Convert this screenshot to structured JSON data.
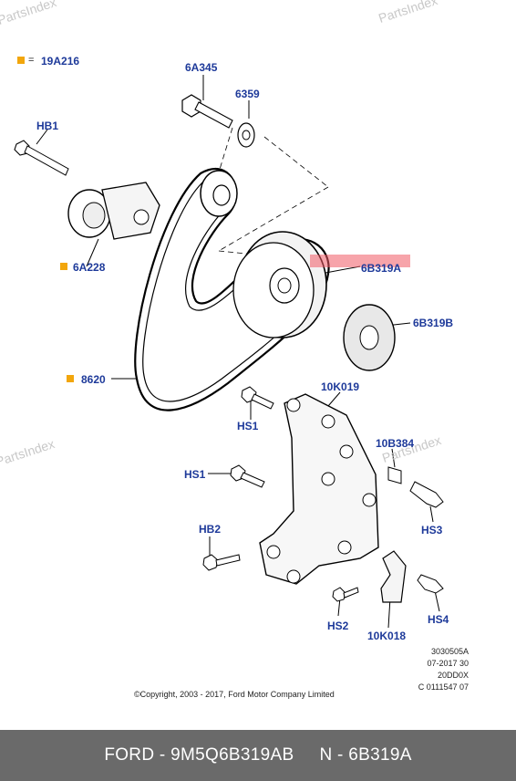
{
  "watermark": "PartsIndex",
  "legend": {
    "symbol": "=",
    "code": "19A216"
  },
  "callouts": {
    "c6A345": "6A345",
    "c6359": "6359",
    "cHB1": "HB1",
    "c6A228": "6A228",
    "c6B319A": "6B319A",
    "c6B319B": "6B319B",
    "c8620": "8620",
    "c10K019": "10K019",
    "cHS1a": "HS1",
    "cHS1b": "HS1",
    "c10B384": "10B384",
    "cHS3": "HS3",
    "cHB2": "HB2",
    "cHS2": "HS2",
    "c10K018": "10K018",
    "cHS4": "HS4"
  },
  "refs": [
    "3030505A",
    "07-2017 30",
    "20DD0X",
    "C 0111547 07"
  ],
  "copyright": "©Copyright, 2003 - 2017, Ford Motor Company Limited",
  "footer": {
    "part": "FORD - 9M5Q6B319AB",
    "ref": "N - 6B319A"
  },
  "colors": {
    "label": "#1e3a9a",
    "marker": "#f2a60c",
    "highlight": "#f05a64",
    "footer_bg": "#6a6a6a"
  }
}
